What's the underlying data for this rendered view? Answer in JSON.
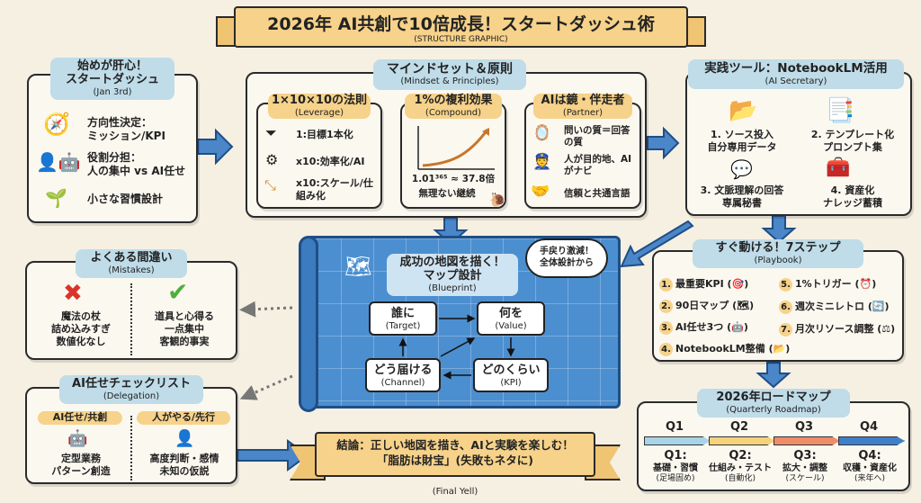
{
  "title": {
    "main": "2026年 AI共創で10倍成長！スタートダッシュ術",
    "sub": "(STRUCTURE GRAPHIC)"
  },
  "start": {
    "title1": "始めが肝心！",
    "title2": "スタートダッシュ",
    "sub": "(Jan 3rd)",
    "items": [
      {
        "icon": "compass-icon",
        "l1": "方向性決定：",
        "l2": "ミッション/KPI"
      },
      {
        "icon": "person-robot-icon",
        "l1": "役割分担：",
        "l2": "人の集中 vs AI任せ"
      },
      {
        "icon": "sprout-icon",
        "l1": "小さな習慣設計",
        "l2": ""
      }
    ]
  },
  "mindset": {
    "title": "マインドセット＆原則",
    "sub": "(Mindset & Principles)",
    "leverage": {
      "title": "1×10×10の法則",
      "sub": "(Leverage)",
      "items": [
        "1:目標1本化",
        "x10:効率化/AI",
        "x10:スケール/仕組み化"
      ]
    },
    "compound": {
      "title": "1%の複利効果",
      "sub": "(Compound)",
      "formula": "1.01³⁶⁵ ≈ 37.8倍",
      "note": "無理ない継続"
    },
    "partner": {
      "title": "AIは鏡・伴走者",
      "sub": "(Partner)",
      "items": [
        "問いの質＝回答の質",
        "人が目的地、AIがナビ",
        "信頼と共通言語"
      ]
    }
  },
  "tools": {
    "title": "実践ツール：NotebookLM活用",
    "sub": "(AI Secretary)",
    "items": [
      {
        "l1": "1. ソース投入",
        "l2": "自分専用データ"
      },
      {
        "l1": "2. テンプレート化",
        "l2": "プロンプト集"
      },
      {
        "l1": "3. 文脈理解の回答",
        "l2": "専属秘書"
      },
      {
        "l1": "4. 資産化",
        "l2": "ナレッジ蓄積"
      }
    ]
  },
  "blueprint": {
    "title1": "成功の地図を描く！",
    "title2": "マップ設計",
    "sub": "(Blueprint)",
    "bubble1": "手戻り激減！",
    "bubble2": "全体設計から",
    "nodes": [
      {
        "t": "誰に",
        "s": "(Target)"
      },
      {
        "t": "何を",
        "s": "(Value)"
      },
      {
        "t": "どう届ける",
        "s": "(Channel)"
      },
      {
        "t": "どのくらい",
        "s": "(KPI)"
      }
    ]
  },
  "mistakes": {
    "title": "よくある間違い",
    "sub": "(Mistakes)",
    "bad": [
      "魔法の杖",
      "詰め込みすぎ",
      "数値化なし"
    ],
    "good": [
      "道具と心得る",
      "一点集中",
      "客観的事実"
    ]
  },
  "delegation": {
    "title": "AI任せチェックリスト",
    "sub": "(Delegation)",
    "ai": {
      "label": "AI任せ/共創",
      "l1": "定型業務",
      "l2": "パターン創造"
    },
    "human": {
      "label": "人がやる/先行",
      "l1": "高度判断・感情",
      "l2": "未知の仮説"
    }
  },
  "playbook": {
    "title": "すぐ動ける！7ステップ",
    "sub": "(Playbook)",
    "steps": [
      {
        "n": "1.",
        "t": "最重要KPI (🎯)"
      },
      {
        "n": "2.",
        "t": "90日マップ (🗺)"
      },
      {
        "n": "3.",
        "t": "AI任せ3つ (🤖)"
      },
      {
        "n": "4.",
        "t": "NotebookLM整備 (📂)"
      },
      {
        "n": "5.",
        "t": "1%トリガー (⏰)"
      },
      {
        "n": "6.",
        "t": "週次ミニレトロ (🔄)"
      },
      {
        "n": "7.",
        "t": "月次リソース調整 (⚖)"
      }
    ]
  },
  "roadmap": {
    "title": "2026年ロードマップ",
    "sub": "(Quarterly Roadmap)",
    "quarters": [
      {
        "q": "Q1",
        "h": "Q1:",
        "t": "基礎・習慣",
        "s": "(足場固め)",
        "color": "#a9d3e6"
      },
      {
        "q": "Q2",
        "h": "Q2:",
        "t": "仕組み・テスト",
        "s": "(自動化)",
        "color": "#f6d27a"
      },
      {
        "q": "Q3",
        "h": "Q3:",
        "t": "拡大・調整",
        "s": "(スケール)",
        "color": "#ef8c6a"
      },
      {
        "q": "Q4",
        "h": "Q4:",
        "t": "収穫・資産化",
        "s": "(来年へ)",
        "color": "#3f7fc9"
      }
    ]
  },
  "final": {
    "l1": "結論：正しい地図を描き、AIと実験を楽しむ！",
    "l2": "「脂肪は財宝」(失敗もネタに)",
    "sub": "(Final Yell)"
  }
}
